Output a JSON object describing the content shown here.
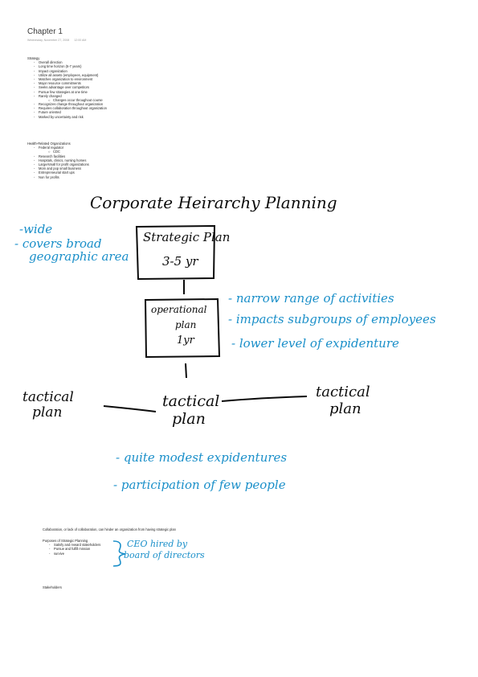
{
  "page": {
    "title": "Chapter 1",
    "meta": "Wednesday, November 27, 2008      12:00 AM"
  },
  "strategy": {
    "heading": "Strategy",
    "items": [
      {
        "level": 1,
        "text": "Overall direction"
      },
      {
        "level": 1,
        "text": "Long time horizon (5-7 years)"
      },
      {
        "level": 1,
        "text": "Impact organization"
      },
      {
        "level": 1,
        "text": "Utilize all assets (employees, equipment)"
      },
      {
        "level": 1,
        "text": "Matches organization to environment"
      },
      {
        "level": 1,
        "text": "Major resource commitments"
      },
      {
        "level": 1,
        "text": "Seeks advantage over competitors"
      },
      {
        "level": 1,
        "text": "Pursue few strategies at one time"
      },
      {
        "level": 1,
        "text": "Rarely changed"
      },
      {
        "level": 2,
        "text": "Changes occur throughout course"
      },
      {
        "level": 1,
        "text": "Recognizes change throughout organization"
      },
      {
        "level": 1,
        "text": "Requires collaboration throughout organization"
      },
      {
        "level": 1,
        "text": "Future oriented"
      },
      {
        "level": 1,
        "text": "Marked by uncertainty and risk"
      }
    ]
  },
  "health": {
    "heading": "Health-Related Organizations",
    "items": [
      {
        "level": 1,
        "text": "Federal regulator"
      },
      {
        "level": 2,
        "text": "CDC"
      },
      {
        "level": 1,
        "text": "Research facilities"
      },
      {
        "level": 1,
        "text": "Hospitals, clinics, nursing homes"
      },
      {
        "level": 1,
        "text": "Large/small for profit organizations"
      },
      {
        "level": 1,
        "text": "Mom and pop small business"
      },
      {
        "level": 1,
        "text": "Entrepreneurial start ups"
      },
      {
        "level": 1,
        "text": "Non for profits"
      }
    ]
  },
  "diagram": {
    "title": "Corporate Heirarchy Planning",
    "strategic_line1": "Strategic Plan",
    "strategic_line2": "3-5 yr",
    "operational_line1": "operational",
    "operational_line2": "plan",
    "operational_line3": "1yr",
    "tactical_left_1": "tactical",
    "tactical_left_2": "plan",
    "tactical_center_1": "tactical",
    "tactical_center_2": "plan",
    "tactical_right_1": "tactical",
    "tactical_right_2": "plan"
  },
  "notes": {
    "left_1": "-wide",
    "left_2": "- covers broad",
    "left_3": "geographic area",
    "right_1": "- narrow range of activities",
    "right_2": "- impacts subgroups of employees",
    "right_3": "- lower level of expidenture",
    "bottom_1": "- quite modest expidentures",
    "bottom_2": "- participation of few people",
    "ceo": "CEO hired by",
    "board": "board of directors"
  },
  "collab": "Collaboration, or lack of collaboration, can hinder an organization from having strategic plan",
  "purposes": {
    "heading": "Purposes of Strategic Planning",
    "items": [
      "Satisfy and reward stakeholders",
      "Pursue and fulfill mission",
      "survive"
    ]
  },
  "stakeholders": "Stakeholders"
}
